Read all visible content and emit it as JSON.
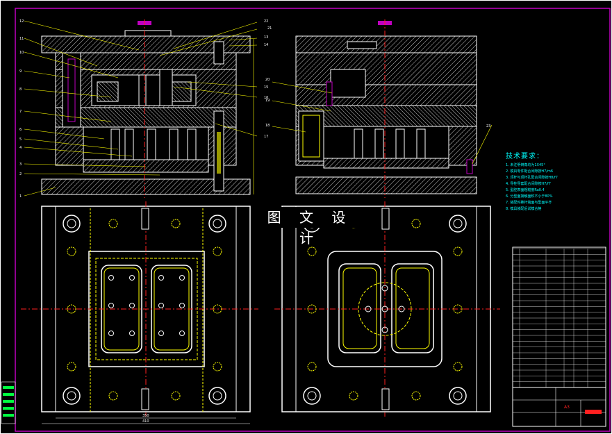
{
  "watermark": "图 文 设 计",
  "technical_requirements": {
    "title": "技术要求：",
    "lines": [
      "1. 未注明倒角均为1X45°",
      "2. 模具零件配合间隙按H7/m6",
      "3. 顶杆与顶杆孔配合间隙按H8/f7",
      "4. 导柱导套配合间隙按H7/f7",
      "5. 型腔表面粗糙度Ra0.4",
      "6. 分型面接触面积不小于80%",
      "7. 装配时推杆端面与型面平齐",
      "8. 模具装配后试模合格"
    ]
  },
  "callouts_left": [
    "12",
    "11",
    "10",
    "9",
    "8",
    "7",
    "6",
    "5",
    "4",
    "3",
    "2",
    "1"
  ],
  "callouts_right": [
    "22",
    "21",
    "13",
    "14",
    "15",
    "16",
    "17"
  ],
  "callouts_side": [
    "20",
    "19",
    "18",
    "23"
  ],
  "dimension_labels": [
    "350",
    "410"
  ],
  "bom_rows": 24,
  "title_block_code": "A3"
}
